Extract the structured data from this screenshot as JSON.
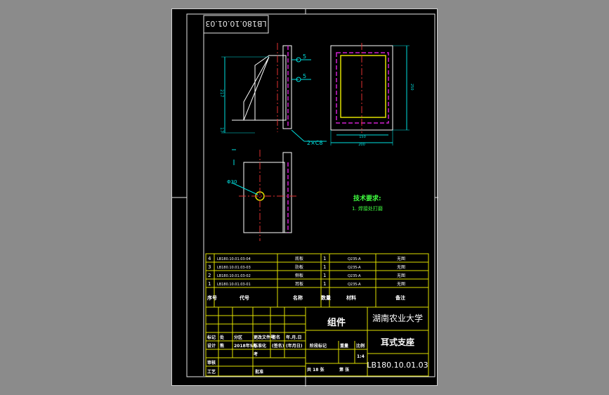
{
  "drawing_number_box": "LB180.10.01.03",
  "annotations": {
    "sym_5a": "5",
    "sym_5b": "5",
    "dim_left_height": "217",
    "dim_left_base": "17",
    "chamfer": "2×C8",
    "dim_inner_width": "150",
    "dim_outer_width": "200",
    "dim_right_height": "250",
    "hole_diameter": "Φ30"
  },
  "technical_requirements": {
    "title": "技术要求:",
    "item1": "1. 焊接处打磨"
  },
  "parts_header": {
    "seq": "序号",
    "code": "代号",
    "name": "名称",
    "qty": "数量",
    "material": "材料",
    "remark": "备注"
  },
  "parts": [
    {
      "seq": "4",
      "code": "LB180.10.01.03-04",
      "name": "底板",
      "qty": "1",
      "material": "Q235-A",
      "remark": "无图"
    },
    {
      "seq": "3",
      "code": "LB180.10.01.03-03",
      "name": "肋板",
      "qty": "1",
      "material": "Q235-A",
      "remark": "无图"
    },
    {
      "seq": "2",
      "code": "LB180.10.01.03-02",
      "name": "侧板",
      "qty": "1",
      "material": "Q235-A",
      "remark": "无图"
    },
    {
      "seq": "1",
      "code": "LB180.10.01.03-01",
      "name": "耳板",
      "qty": "1",
      "material": "Q235-A",
      "remark": "无图"
    }
  ],
  "title_block": {
    "assembly": "组件",
    "university": "湖南农业大学",
    "part_name": "耳式支座",
    "drawing_code": "LB180.10.01.03",
    "row_labels": {
      "mark": "标记",
      "count": "处",
      "zone": "分区",
      "change_doc": "更改文件号",
      "sign": "签名",
      "date": "年.月.日",
      "design": "设计",
      "designer": "熊",
      "design_date": "2018年5月",
      "standard": "标准化",
      "sign2": "(签名)",
      "date2": "(年月日)",
      "check": "审核",
      "process": "工艺",
      "approve": "批准",
      "stage": "阶段标记",
      "weight": "重量",
      "scale": "比例",
      "scale_val": "1:4",
      "sheets_total": "共 18 张",
      "sheet_no": "第    张",
      "kao": "考"
    }
  }
}
